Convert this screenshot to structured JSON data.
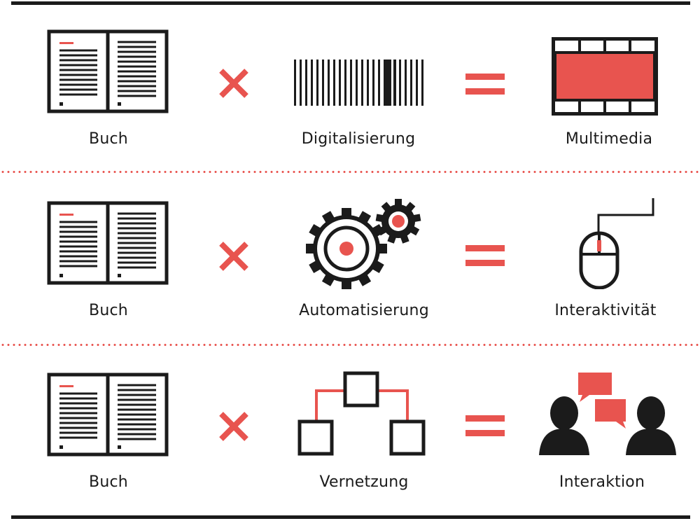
{
  "colors": {
    "accent": "#e8544f",
    "ink": "#1b1b1b",
    "background": "#ffffff"
  },
  "rows": [
    {
      "left": {
        "label": "Buch",
        "icon": "open-book-icon"
      },
      "operator": "times-icon",
      "middle": {
        "label": "Digitalisierung",
        "icon": "barcode-icon"
      },
      "equals": "equals-icon",
      "right": {
        "label": "Multimedia",
        "icon": "film-strip-icon"
      }
    },
    {
      "left": {
        "label": "Buch",
        "icon": "open-book-icon"
      },
      "operator": "times-icon",
      "middle": {
        "label": "Automatisierung",
        "icon": "gears-icon"
      },
      "equals": "equals-icon",
      "right": {
        "label": "Interaktivität",
        "icon": "computer-mouse-icon"
      }
    },
    {
      "left": {
        "label": "Buch",
        "icon": "open-book-icon"
      },
      "operator": "times-icon",
      "middle": {
        "label": "Vernetzung",
        "icon": "network-diagram-icon"
      },
      "equals": "equals-icon",
      "right": {
        "label": "Interaktion",
        "icon": "people-talking-icon"
      }
    }
  ]
}
